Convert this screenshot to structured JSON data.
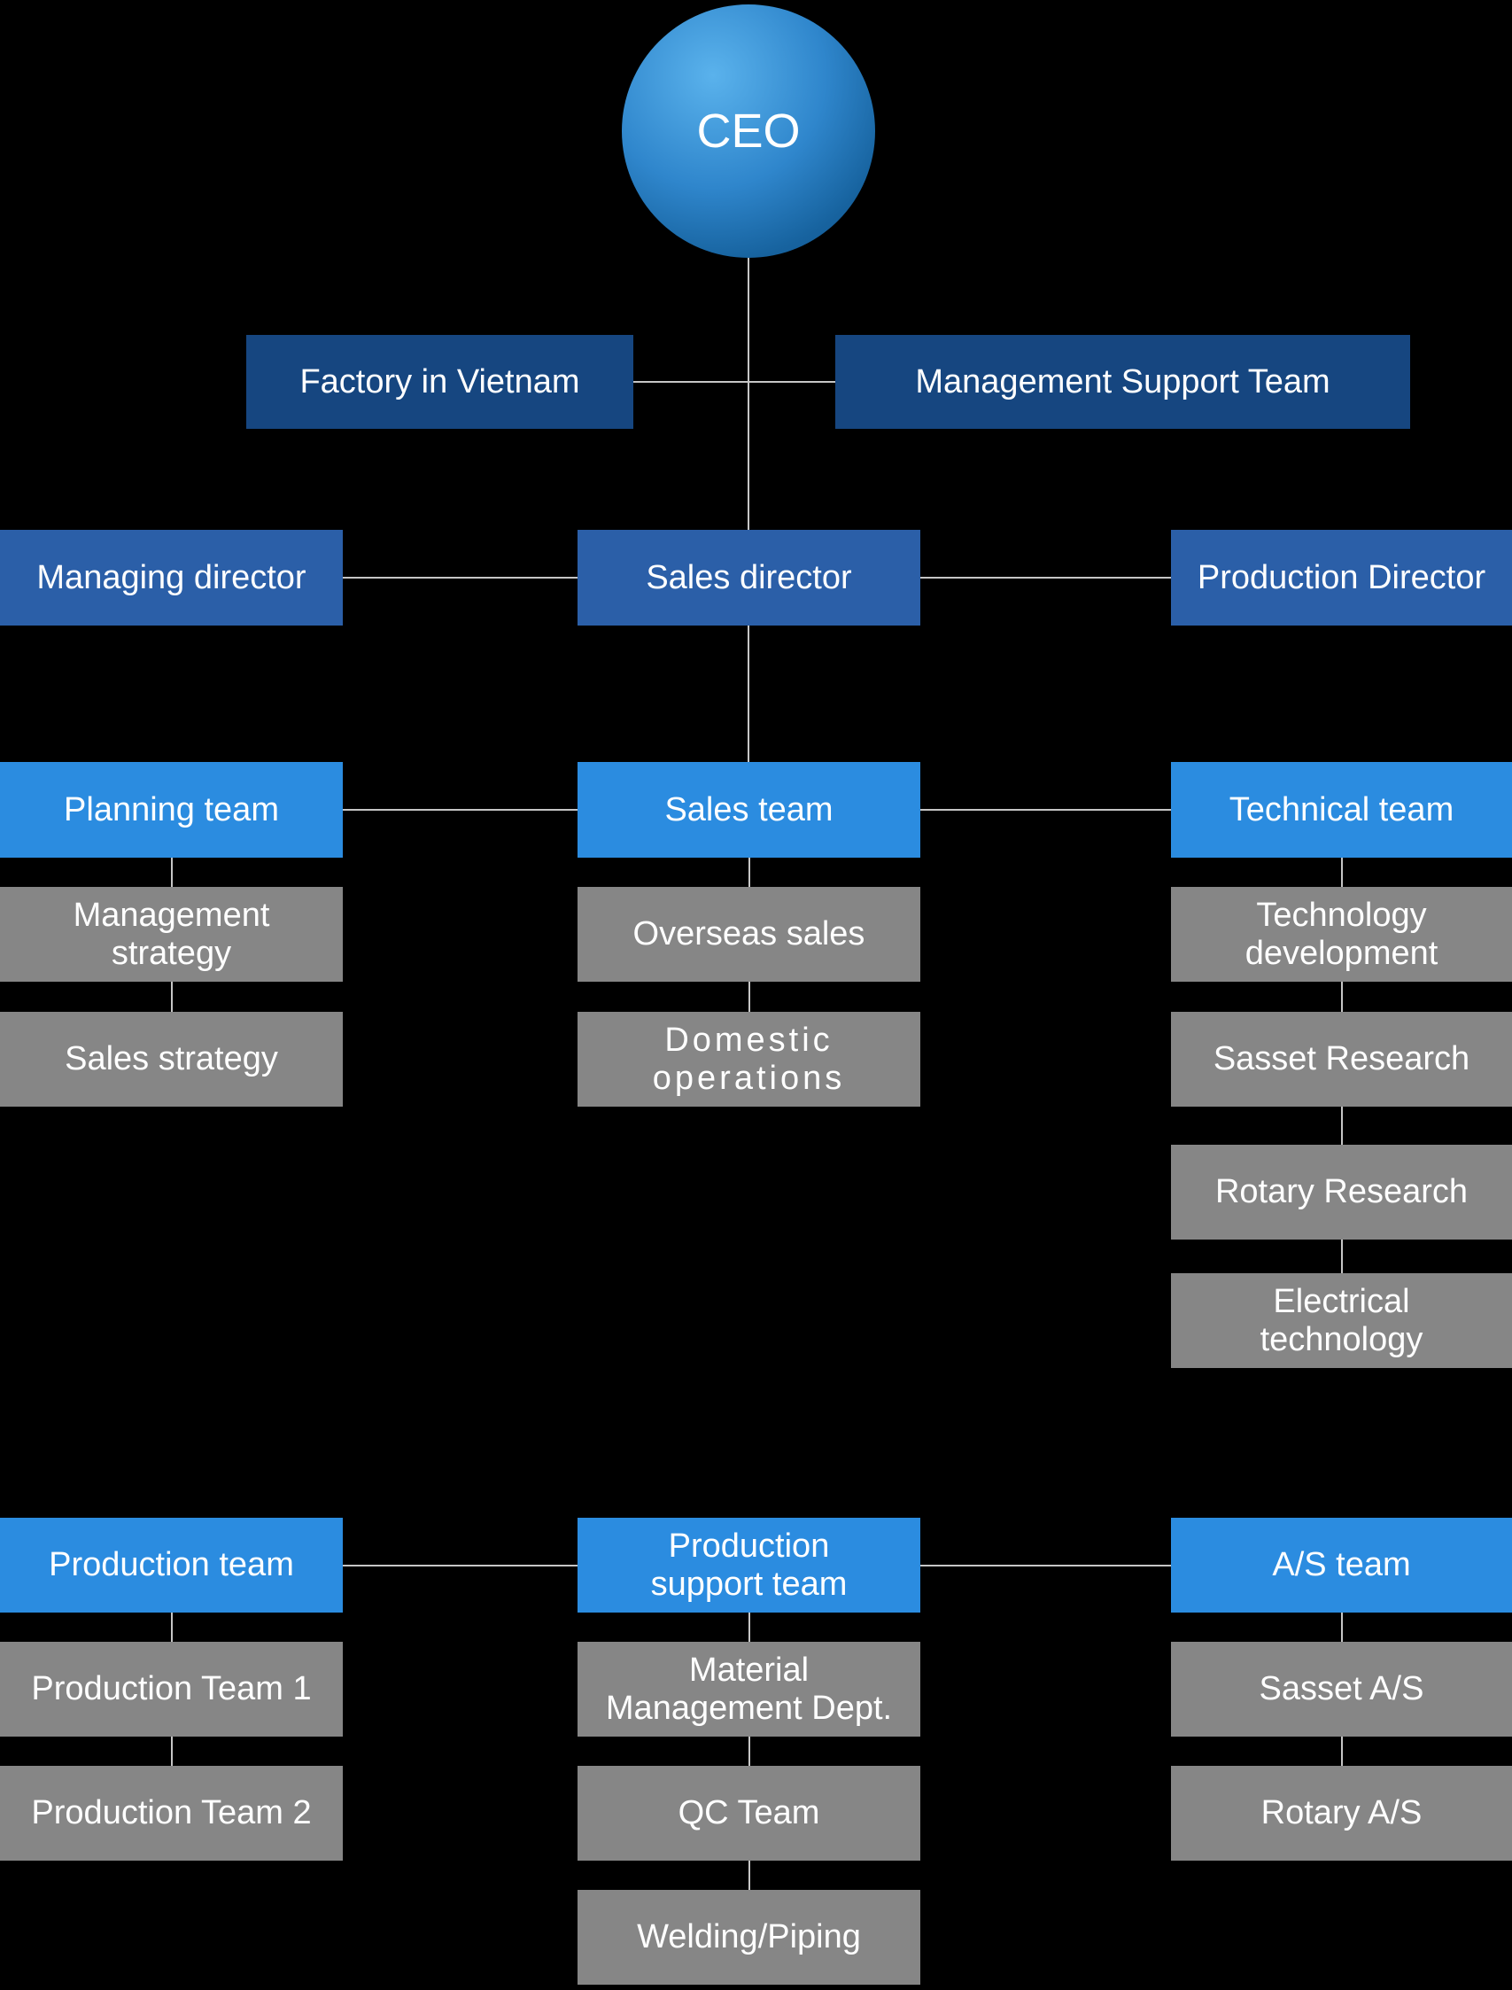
{
  "org_chart": {
    "ceo_label": "CEO",
    "branch_row": [
      "Factory in Vietnam",
      "Management Support Team"
    ],
    "director_columns": [
      {
        "director": "Managing director",
        "team": "Planning team",
        "subs": [
          "Management\nstrategy",
          "Sales strategy"
        ]
      },
      {
        "director": "Sales director",
        "team": "Sales team",
        "subs": [
          "Overseas sales",
          "Domestic\noperations"
        ]
      },
      {
        "director": "Production Director",
        "team": "Technical team",
        "subs": [
          "Technology\ndevelopment",
          "Sasset Research",
          "Rotary Research",
          "Electrical\ntechnology"
        ]
      }
    ],
    "lower_columns": [
      {
        "team": "Production team",
        "subs": [
          "Production Team 1",
          "Production Team 2"
        ]
      },
      {
        "team": "Production\nsupport team",
        "subs": [
          "Material\nManagement Dept.",
          "QC Team",
          "Welding/Piping"
        ]
      },
      {
        "team": "A/S team",
        "subs": [
          "Sasset A/S",
          "Rotary A/S"
        ]
      }
    ],
    "style_hints": {
      "letter_spaced_labels": [
        "Domestic\noperations"
      ],
      "colors": {
        "background": "#000000",
        "navy_box": "#164680",
        "blue_box": "#2b5fa8",
        "light_blue_box": "#2b8ce0",
        "gray_box": "#868686",
        "connector_line": "#c6c6c6",
        "text": "#ffffff",
        "ceo_sphere_highlight": "#5ab2ec",
        "ceo_sphere_mid": "#2f86cc",
        "ceo_sphere_deep": "#17639f",
        "ceo_sphere_edge": "#114f8c"
      }
    }
  }
}
